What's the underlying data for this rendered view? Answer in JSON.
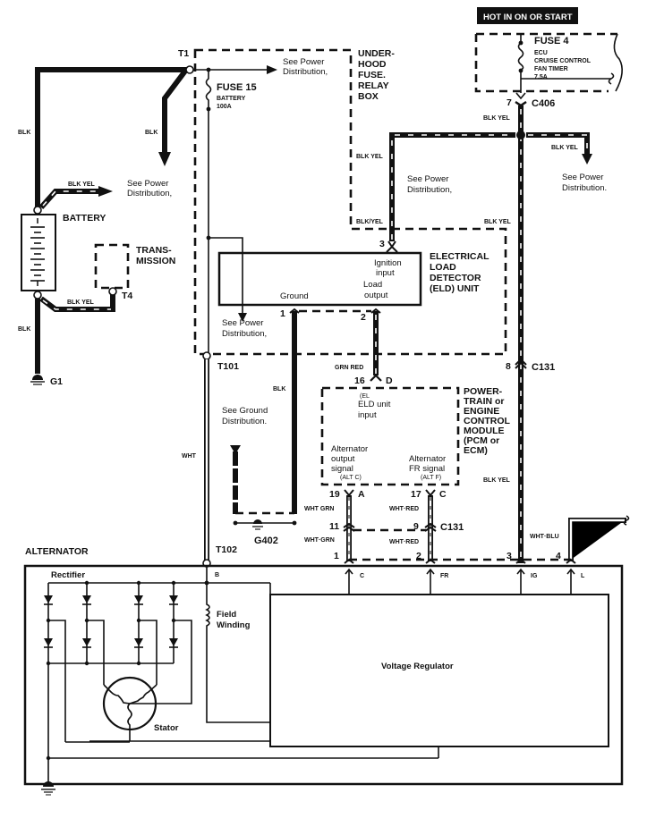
{
  "diagram": {
    "title": "Charging system wiring schematic",
    "hot_banner": "HOT IN ON OR START",
    "fuse4": {
      "name": "FUSE 4",
      "loads": [
        "ECU",
        "CRUISE CONTROL",
        "FAN TIMER"
      ],
      "rating": "7.5A"
    },
    "fuse15": {
      "name": "FUSE 15",
      "desc": "BATTERY",
      "rating": "100A"
    },
    "underhood_box": [
      "UNDER-",
      "HOOD",
      "FUSE.",
      "RELAY",
      "BOX"
    ],
    "terminals": {
      "t1": "T1",
      "t4": "T4",
      "t101": "T101",
      "t102": "T102",
      "g1": "G1",
      "g402": "G402"
    },
    "connectors": {
      "c406": "C406",
      "c406_pin": "7",
      "c131_top": "C131",
      "c131_top_pin": "8",
      "c131_bottom": "C131",
      "elp_pin3": "3",
      "eld_pin1": "1",
      "eld_pin2": "2",
      "pcm_pin16": "16",
      "pcm_pin16_letter": "D",
      "pcm_pin19": "19",
      "pcm_pin19_letter": "A",
      "pcm_pin17": "17",
      "pcm_pin17_letter": "C",
      "c131_pin11": "11",
      "c131_pin9": "9",
      "alt_pin1": "1",
      "alt_pin2": "2",
      "alt_pin3": "3",
      "alt_pin4": "4"
    },
    "wire_colors": {
      "blk_left_top": "BLK",
      "blk_mid": "BLK",
      "blk_yel_batt": "BLK YEL",
      "blk_yel_trans": "BLK YEL",
      "blk_left_bottom": "BLK",
      "blk_yel_c406": "BLK YEL",
      "blk_yel_right": "BLK YEL",
      "blk_yel_left_top": "BLK YEL",
      "blk_yel_left_bot": "BLK/YEL",
      "blk_yel_mid": "BLK YEL",
      "grn_red": "GRN RED",
      "blk_ground": "BLK",
      "wht": "WHT",
      "blk_yel_long": "BLK YEL",
      "wht_grn_1": "WHT GRN",
      "wht_grn_2": "WHT·GRN",
      "wht_red_1": "WHT·RED",
      "wht_red_2": "WHT·RED",
      "wht_blu": "WHT·BLU"
    },
    "see_power": [
      "See Power",
      "Distribution,"
    ],
    "see_power_alt": [
      "See Power",
      "Distribution."
    ],
    "see_ground": [
      "See Ground",
      "Distribution."
    ],
    "battery": "BATTERY",
    "transmission": [
      "TRANS-",
      "MISSION"
    ],
    "eld": {
      "title": [
        "ELECTRICAL",
        "LOAD",
        "DETECTOR",
        "(ELD) UNIT"
      ],
      "ignition": [
        "Ignition",
        "input"
      ],
      "load": [
        "Load",
        "output"
      ],
      "ground": "Ground"
    },
    "pcm": {
      "title": [
        "POWER-",
        "TRAIN or",
        "ENGINE",
        "CONTROL",
        "MODULE",
        "(PCM or",
        "ECM)"
      ],
      "eld_input": [
        "(EL",
        "ELD unit",
        "input"
      ],
      "alt_output": [
        "Alternator",
        "output",
        "signal",
        "(ALT C)"
      ],
      "alt_fr": [
        "Alternator",
        "FR signal",
        "(ALT F)"
      ]
    },
    "alternator": {
      "title": "ALTERNATOR",
      "rectifier": "Rectifier",
      "b_terminal": "B",
      "field_winding": [
        "Field",
        "Winding"
      ],
      "stator": "Stator",
      "regulator": "Voltage Regulator",
      "pins": [
        "C",
        "FR",
        "IG",
        "L"
      ]
    }
  }
}
